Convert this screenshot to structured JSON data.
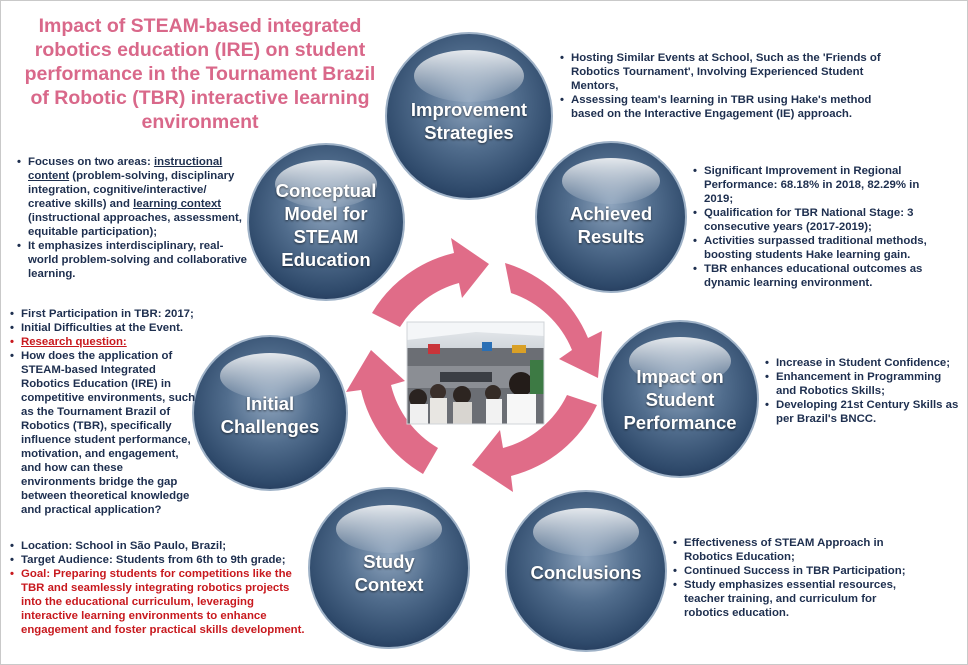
{
  "title": "Impact of STEAM-based integrated robotics education (IRE) on student performance in the Tournament Brazil of Robotic (TBR) interactive learning environment",
  "colors": {
    "title": "#d9688a",
    "circle_dark": "#2f4a6b",
    "circle_light": "#a9bdd2",
    "arrow": "#e06c88",
    "text": "#1e2f4f",
    "highlight": "#c8191e"
  },
  "photo": {
    "icon": "robotics-tournament-photo"
  },
  "nodes": {
    "improvement": "Improvement Strategies",
    "achieved": "Achieved Results",
    "impact": "Impact on Student Performance",
    "conclusions": "Conclusions",
    "study": "Study Context",
    "initial": "Initial Challenges",
    "conceptual": "Conceptual Model for STEAM Education"
  },
  "texts": {
    "improvement": [
      "Hosting Similar Events at School, Such as the 'Friends of Robotics Tournament', Involving Experienced Student Mentors,",
      "Assessing team's learning in TBR using Hake's method based on the Interactive Engagement (IE) approach."
    ],
    "achieved": [
      "Significant Improvement in Regional Performance: 68.18% in 2018, 82.29% in 2019;",
      "Qualification for TBR National Stage: 3 consecutive years (2017-2019);",
      "Activities surpassed traditional methods, boosting students Hake learning gain.",
      "TBR enhances educational outcomes as dynamic learning environment."
    ],
    "impact": [
      "Increase in Student Confidence;",
      "Enhancement in Programming and Robotics Skills;",
      "Developing 21st Century Skills as per Brazil's BNCC."
    ],
    "conclusions": [
      "Effectiveness of STEAM Approach in Robotics Education;",
      "Continued Success in TBR Participation;",
      "Study emphasizes essential resources, teacher training, and curriculum for robotics education."
    ],
    "study": {
      "location": "Location: School in São Paulo, Brazil;",
      "audience": "Target Audience: Students from 6th to 9th grade;",
      "goal": "Goal: Preparing students for competitions like the TBR and seamlessly integrating robotics projects into the educational curriculum, leveraging interactive learning environments to enhance engagement and foster practical skills development."
    },
    "initial": {
      "first": "First Participation in TBR: 2017;",
      "difficulties": "Initial Difficulties at the Event.",
      "rq_label": "Research question:",
      "rq": "How does the application of STEAM-based Integrated Robotics Education (IRE) in competitive environments, such as the Tournament Brazil of Robotics (TBR), specifically influence student performance, motivation, and engagement, and how can these environments bridge the gap between theoretical knowledge and practical application?"
    },
    "conceptual": {
      "p1_a": "Focuses on two areas: ",
      "p1_u1": "instructional content",
      "p1_b": " (problem-solving, disciplinary integration, cognitive/interactive/ creative skills) and ",
      "p1_u2": "learning context",
      "p1_c": " (instructional approaches, assessment, equitable participation);",
      "p2": "It emphasizes interdisciplinary, real-world problem-solving and collaborative learning."
    }
  }
}
